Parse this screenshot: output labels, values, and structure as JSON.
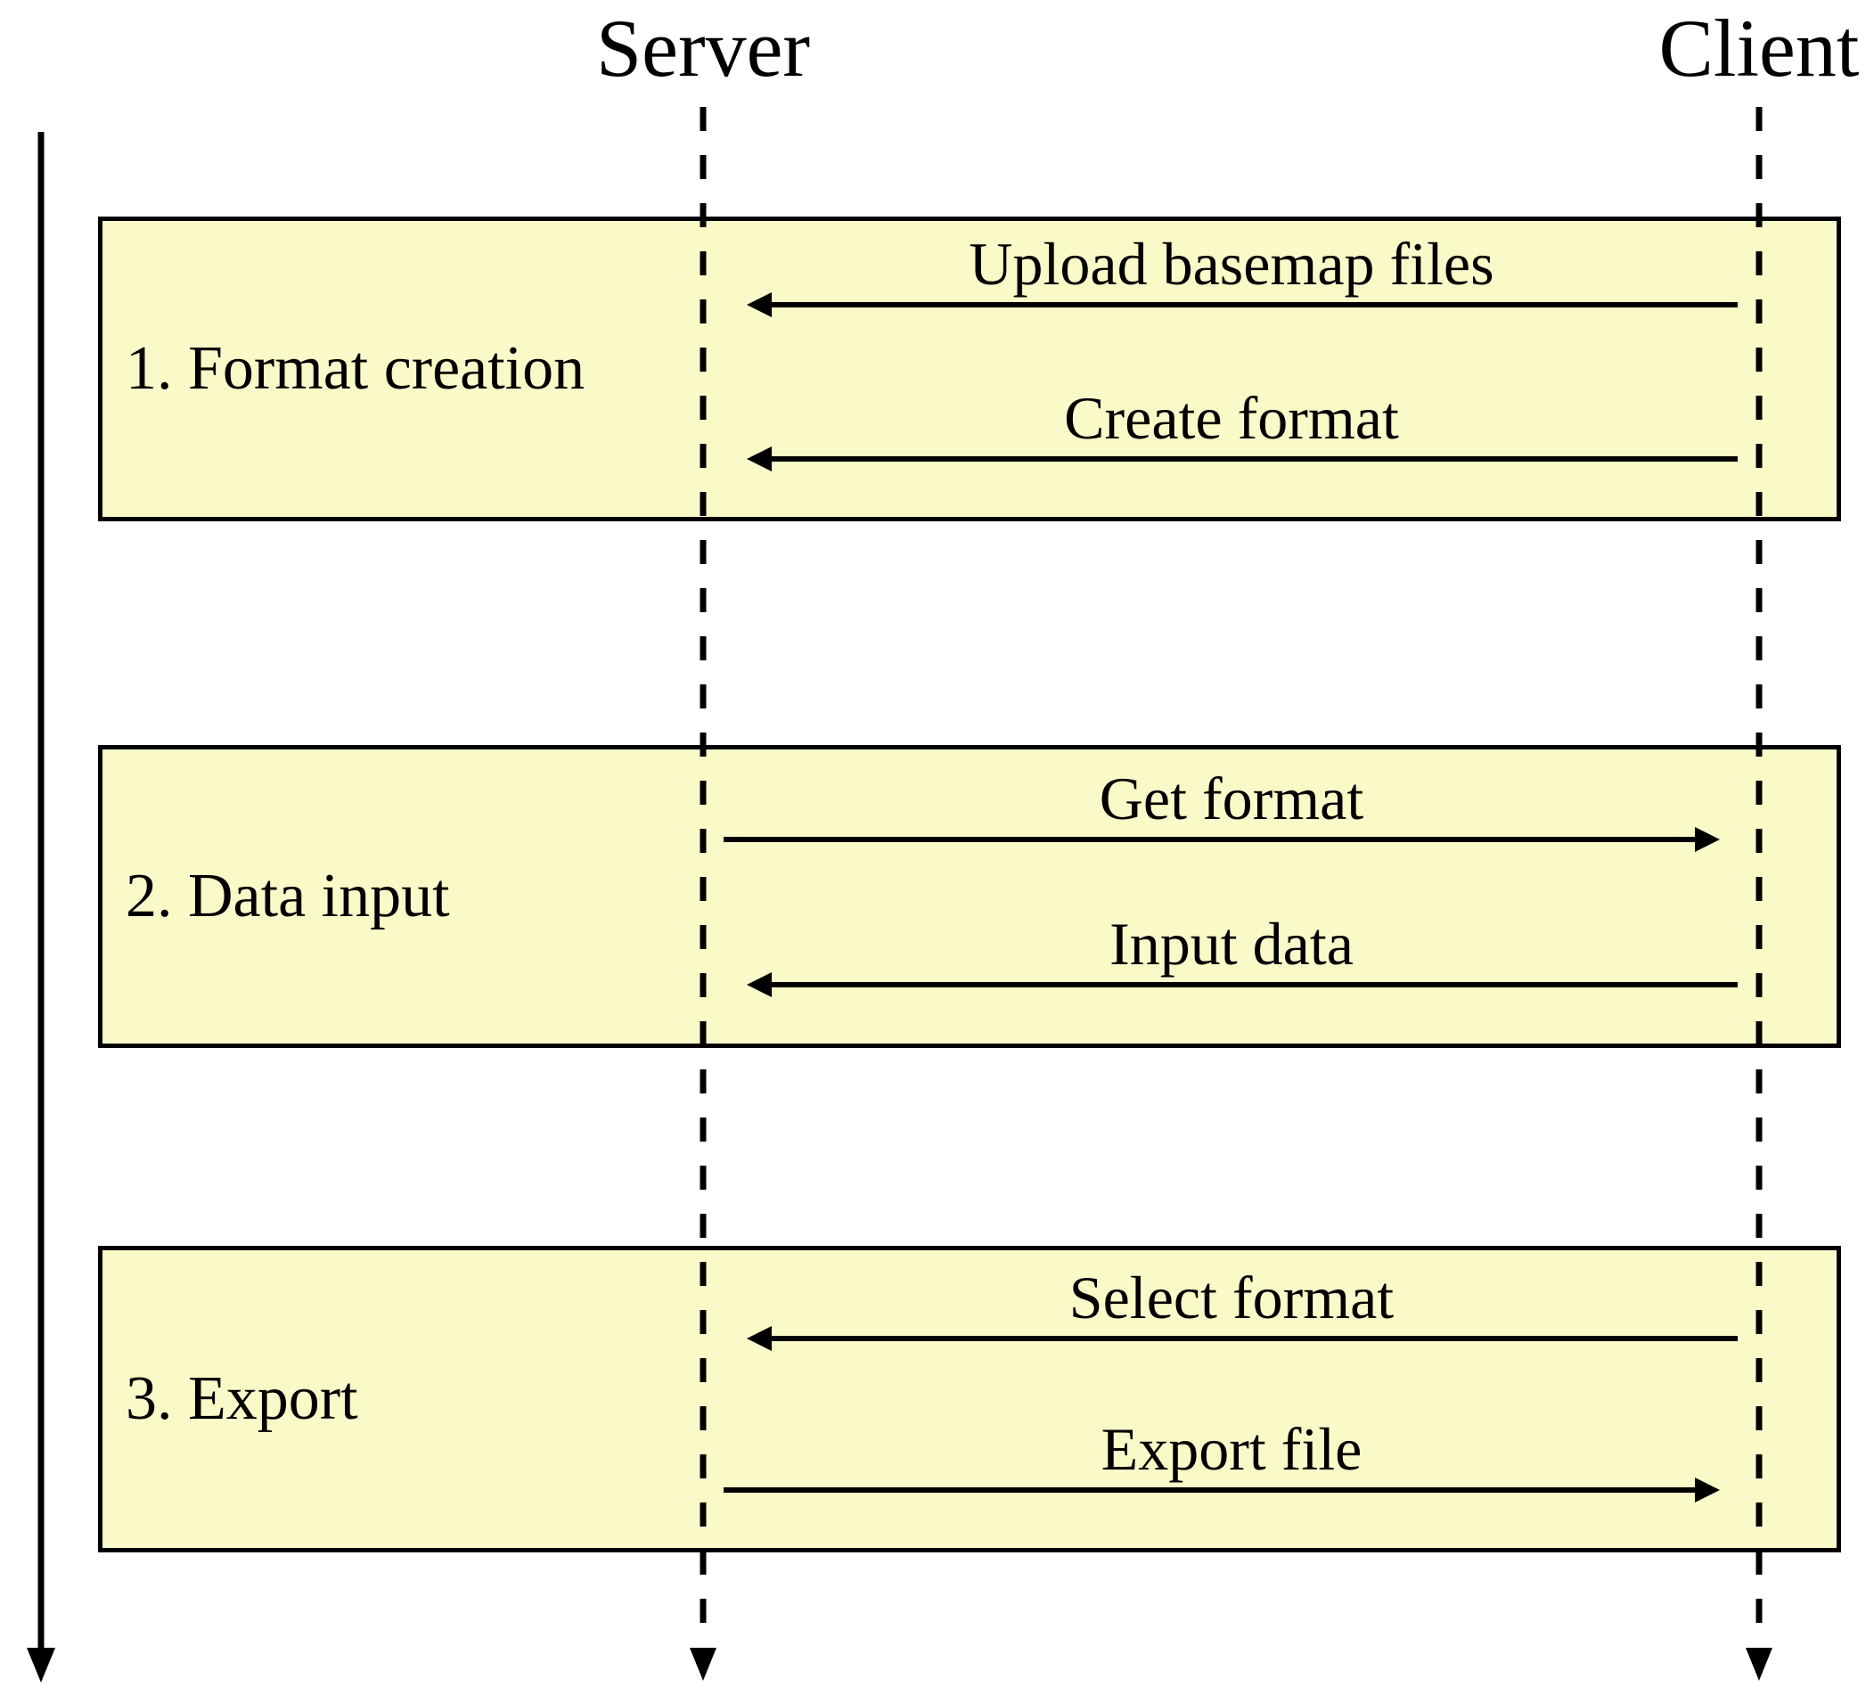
{
  "diagram": {
    "actors": [
      {
        "id": "server",
        "label": "Server"
      },
      {
        "id": "client",
        "label": "Client"
      }
    ],
    "phases": [
      {
        "label": "1. Format creation",
        "messages": [
          {
            "label": "Upload basemap files",
            "from": "Client",
            "to": "Server",
            "direction": "left"
          },
          {
            "label": "Create format",
            "from": "Client",
            "to": "Server",
            "direction": "left"
          }
        ]
      },
      {
        "label": "2. Data input",
        "messages": [
          {
            "label": "Get format",
            "from": "Server",
            "to": "Client",
            "direction": "right"
          },
          {
            "label": "Input data",
            "from": "Client",
            "to": "Server",
            "direction": "left"
          }
        ]
      },
      {
        "label": "3. Export",
        "messages": [
          {
            "label": "Select format",
            "from": "Client",
            "to": "Server",
            "direction": "left"
          },
          {
            "label": "Export file",
            "from": "Server",
            "to": "Client",
            "direction": "right"
          }
        ]
      }
    ],
    "colors": {
      "phase_fill": "#FAFAC9",
      "line": "#000000",
      "background": "#FFFFFF"
    }
  }
}
